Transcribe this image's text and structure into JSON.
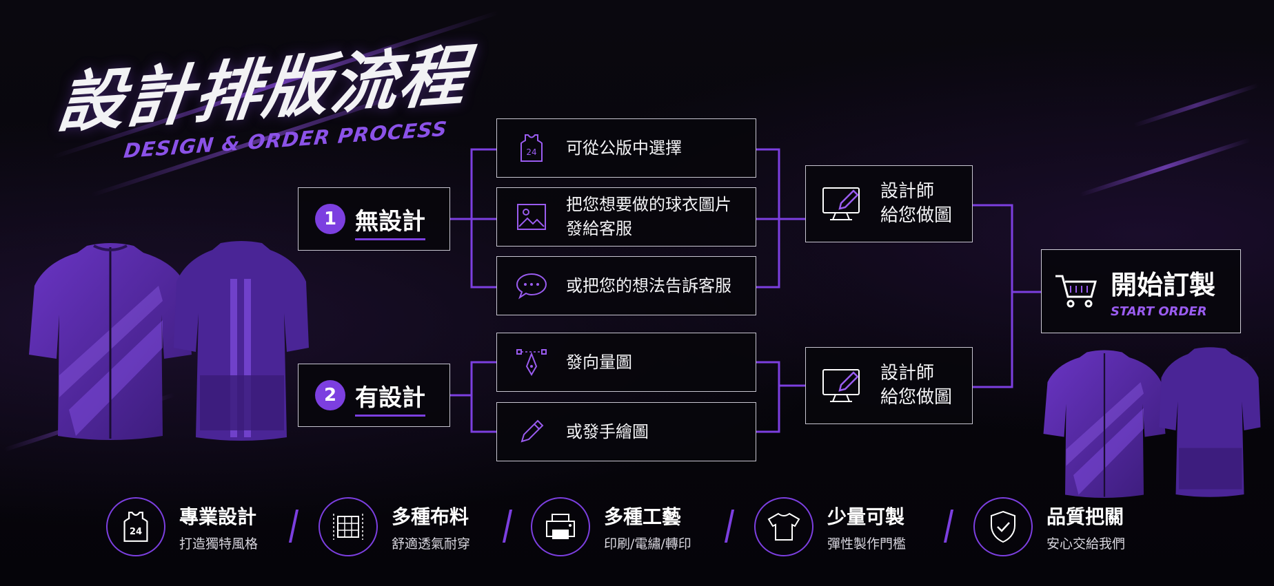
{
  "title": {
    "zh": "設計排版流程",
    "en": "DESIGN & ORDER PROCESS"
  },
  "categories": [
    {
      "num": "1",
      "label": "無設計"
    },
    {
      "num": "2",
      "label": "有設計"
    }
  ],
  "options": [
    {
      "icon": "jersey-24-icon",
      "icon_text": "24",
      "text": "可從公版中選擇"
    },
    {
      "icon": "image-icon",
      "text": "把您想要做的球衣圖片\n發給客服"
    },
    {
      "icon": "chat-bubble-icon",
      "text": "或把您的想法告訴客服"
    },
    {
      "icon": "vector-pen-icon",
      "text": "發向量圖"
    },
    {
      "icon": "pencil-icon",
      "text": "或發手繪圖"
    }
  ],
  "designer_boxes": [
    {
      "icon": "monitor-edit-icon",
      "text": "設計師\n給您做圖"
    },
    {
      "icon": "monitor-edit-icon",
      "text": "設計師\n給您做圖"
    }
  ],
  "cta": {
    "zh": "開始訂製",
    "en": "START ORDER",
    "icon": "cart-icon"
  },
  "features": [
    {
      "icon": "jersey-24-icon",
      "icon_text": "24",
      "title": "專業設計",
      "sub": "打造獨特風格"
    },
    {
      "icon": "fabric-icon",
      "title": "多種布料",
      "sub": "舒適透氣耐穿"
    },
    {
      "icon": "printer-icon",
      "title": "多種工藝",
      "sub": "印刷/電繡/轉印"
    },
    {
      "icon": "tshirt-icon",
      "title": "少量可製",
      "sub": "彈性製作門檻"
    },
    {
      "icon": "shield-check-icon",
      "title": "品質把關",
      "sub": "安心交給我們"
    }
  ],
  "colors": {
    "accent": "#7c3fe0",
    "accent_light": "#9a5cf0",
    "box_border": "#c9c7d2",
    "background": "#06050a"
  }
}
